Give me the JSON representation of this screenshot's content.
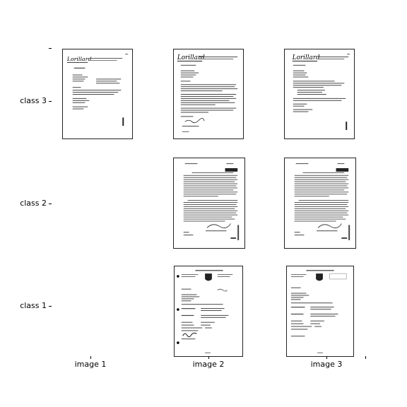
{
  "grid": {
    "rows": [
      {
        "label": "class 3"
      },
      {
        "label": "class 2"
      },
      {
        "label": "class 1"
      }
    ],
    "columns": [
      {
        "label": "image 1"
      },
      {
        "label": "image 2"
      },
      {
        "label": "image 3"
      }
    ],
    "cells": [
      {
        "row": 0,
        "col": 0,
        "kind": "letterhead-memo",
        "logo": "Lorillard"
      },
      {
        "row": 0,
        "col": 1,
        "kind": "letterhead-letter",
        "logo": "Lorillard"
      },
      {
        "row": 0,
        "col": 2,
        "kind": "letterhead-letter",
        "logo": "Lorillard"
      },
      {
        "row": 1,
        "col": 1,
        "kind": "typed-report"
      },
      {
        "row": 1,
        "col": 2,
        "kind": "typed-report"
      },
      {
        "row": 2,
        "col": 1,
        "kind": "form-certificate"
      },
      {
        "row": 2,
        "col": 2,
        "kind": "form-certificate"
      }
    ]
  }
}
